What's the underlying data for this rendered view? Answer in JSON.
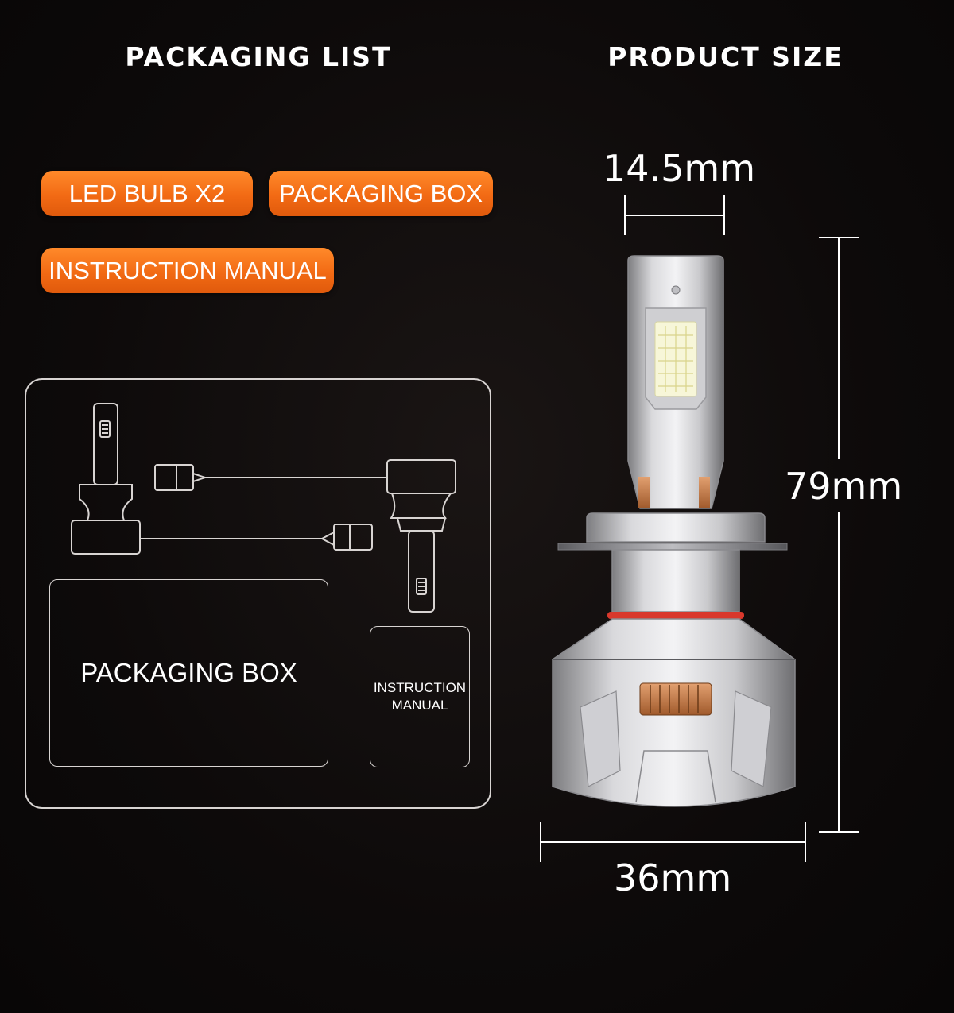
{
  "headings": {
    "packaging_list": "PACKAGING LIST",
    "product_size": "PRODUCT SIZE"
  },
  "tags": {
    "led_bulb": "LED BULB X2",
    "packaging_box": "PACKAGING BOX",
    "instruction_manual": "INSTRUCTION MANUAL"
  },
  "diagram": {
    "packaging_box_label": "PACKAGING BOX",
    "instruction_manual_label": "INSTRUCTION\nMANUAL"
  },
  "dimensions": {
    "top_width": "14.5mm",
    "height": "79mm",
    "base_width": "36mm"
  },
  "colors": {
    "background": "#0b0909",
    "tag_orange": "#f26a14",
    "outline": "#d8d4d2",
    "accent_red": "#d9382c",
    "led_yellow": "#f4f08a"
  }
}
